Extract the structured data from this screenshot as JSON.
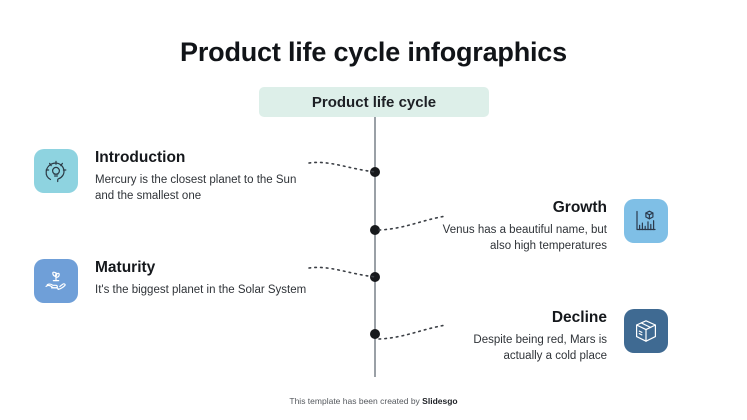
{
  "title": "Product life cycle infographics",
  "center_label": "Product life cycle",
  "colors": {
    "pill_bg": "#ddefe9",
    "axis": "#9aa0a6",
    "dot": "#17191c",
    "introduction_tile": "#8ed3e0",
    "maturity_tile": "#6f9fd8",
    "growth_tile": "#7fbfe6",
    "decline_tile": "#3f6a92",
    "heading": "#15181c",
    "body": "#2f3338"
  },
  "items": [
    {
      "id": "introduction",
      "heading": "Introduction",
      "body": "Mercury is the closest planet to the Sun and the smallest one",
      "icon": "head-lightbulb-icon",
      "side": "left"
    },
    {
      "id": "growth",
      "heading": "Growth",
      "body": "Venus has a beautiful name, but also high temperatures",
      "icon": "bar-chart-box-icon",
      "side": "right"
    },
    {
      "id": "maturity",
      "heading": "Maturity",
      "body": "It's the biggest planet in the Solar System",
      "icon": "hand-plant-icon",
      "side": "left"
    },
    {
      "id": "decline",
      "heading": "Decline",
      "body": "Despite being red, Mars is actually a cold place",
      "icon": "package-box-icon",
      "side": "right"
    }
  ],
  "footer": {
    "prefix": "This template has been created by ",
    "brand": "Slidesgo"
  }
}
